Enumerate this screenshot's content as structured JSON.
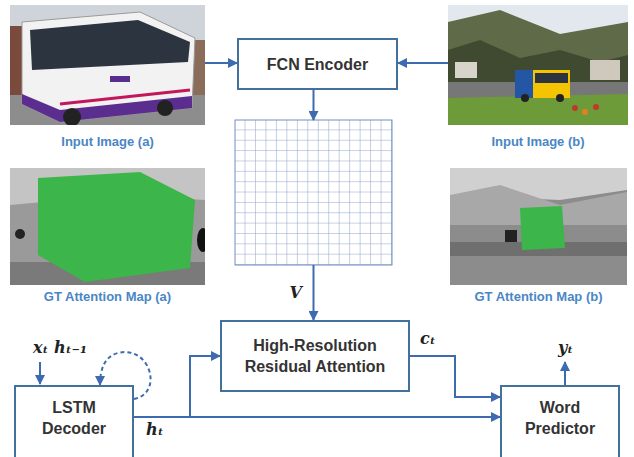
{
  "diagram": {
    "nodes": [
      {
        "text": [
          "Input Image (a)"
        ]
      },
      {
        "text": [
          "FCN Encoder"
        ]
      },
      {
        "text": [
          "Input Image (b)"
        ]
      },
      {
        "text": []
      },
      {
        "text": [
          "GT Attention Map (a)"
        ]
      },
      {
        "text": [
          "GT Attention Map (b)"
        ]
      },
      {
        "text": [
          "High-Resolution Residual Attention"
        ]
      },
      {
        "text": [
          "LSTM Decoder"
        ]
      },
      {
        "text": [
          "Word Predictor"
        ]
      }
    ],
    "edges": [
      {
        "from": 0,
        "to": 1,
        "arrow": "to"
      },
      {
        "from": 2,
        "to": 1,
        "arrow": "to"
      },
      {
        "from": 1,
        "to": 3,
        "arrow": "to"
      },
      {
        "from": 3,
        "to": 6,
        "label": "V",
        "arrow": "to"
      },
      {
        "from": 7,
        "to": 6,
        "arrow": "to"
      },
      {
        "from": 7,
        "to": 8,
        "label": "hₜ",
        "arrow": "to"
      },
      {
        "from": 6,
        "to": 8,
        "label": "cₜ",
        "arrow": "to"
      },
      {
        "from": 7,
        "to": 7,
        "label": "hₜ₋₁",
        "arrow": "to"
      }
    ],
    "labels": [
      "xₜ",
      "yₜ"
    ]
  }
}
